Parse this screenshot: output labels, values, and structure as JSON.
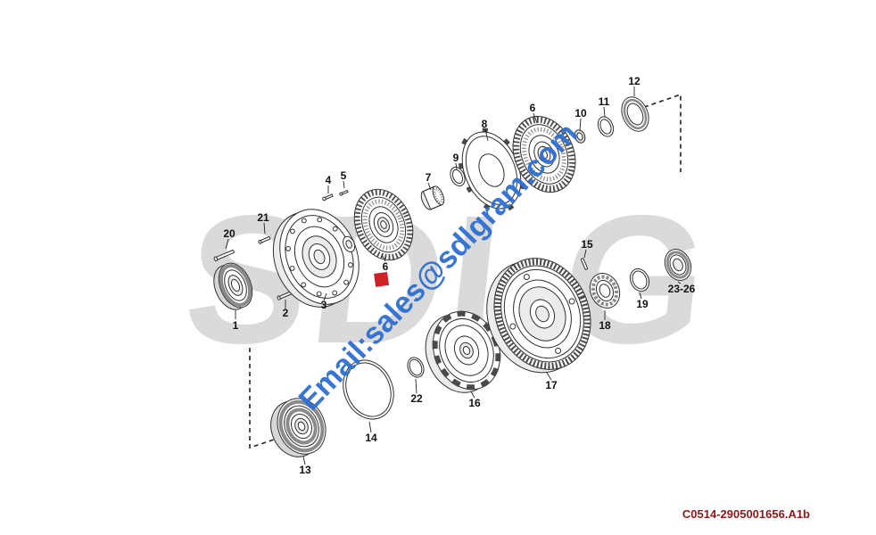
{
  "diagram": {
    "watermark_logo": "SDLG",
    "watermark_email": "Email:sales@sdlgram.com",
    "doc_code": "C0514-2905001656.A1b"
  },
  "colors": {
    "logo_gray": "#dadada",
    "email_blue": "#2e6fd2",
    "accent_red": "#cc2127",
    "doc_code_red": "#8b1a1a"
  },
  "labels": [
    {
      "part": "1",
      "text": "1"
    },
    {
      "part": "2",
      "text": "2"
    },
    {
      "part": "3",
      "text": "3"
    },
    {
      "part": "4",
      "text": "4"
    },
    {
      "part": "5",
      "text": "5"
    },
    {
      "part": "6-lower",
      "text": "6"
    },
    {
      "part": "6-upper",
      "text": "6"
    },
    {
      "part": "7",
      "text": "7"
    },
    {
      "part": "8",
      "text": "8"
    },
    {
      "part": "9",
      "text": "9"
    },
    {
      "part": "10",
      "text": "10"
    },
    {
      "part": "11",
      "text": "11"
    },
    {
      "part": "12",
      "text": "12"
    },
    {
      "part": "13",
      "text": "13"
    },
    {
      "part": "14",
      "text": "14"
    },
    {
      "part": "15",
      "text": "15"
    },
    {
      "part": "16",
      "text": "16"
    },
    {
      "part": "17",
      "text": "17"
    },
    {
      "part": "18",
      "text": "18"
    },
    {
      "part": "19",
      "text": "19"
    },
    {
      "part": "20",
      "text": "20"
    },
    {
      "part": "21",
      "text": "21"
    },
    {
      "part": "22",
      "text": "22"
    },
    {
      "part": "23-26",
      "text": "23-26"
    }
  ]
}
